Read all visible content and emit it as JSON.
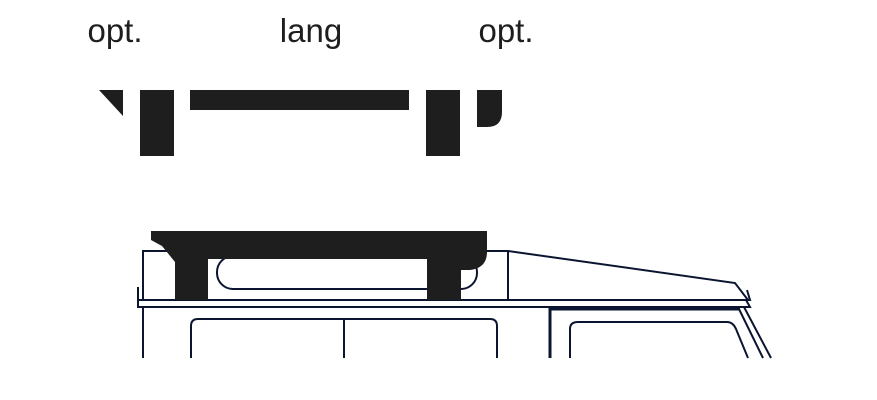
{
  "labels": {
    "left": "opt.",
    "center": "lang",
    "right": "opt."
  },
  "colors": {
    "rack": "#1e1e1e",
    "outline": "#0b1530"
  }
}
